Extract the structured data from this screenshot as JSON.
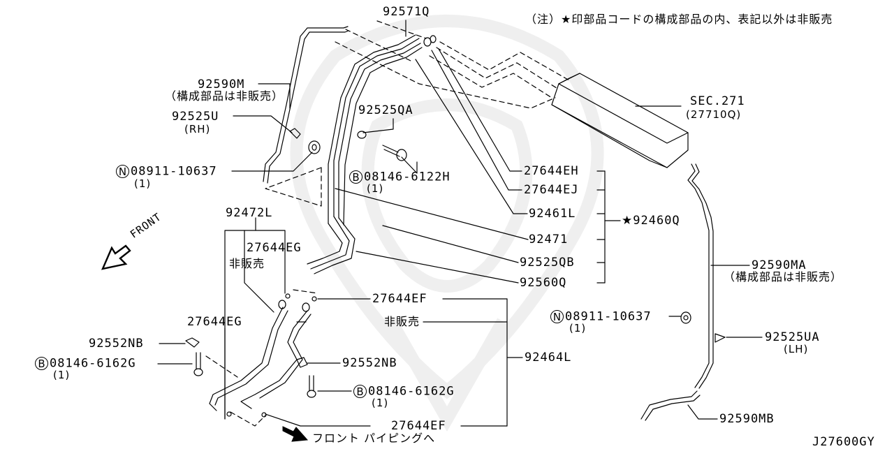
{
  "diagram": {
    "note": "（注）★印部品コードの構成部品の内、表記以外は非販売",
    "code": "J27600GY",
    "front_label": "FRONT",
    "front_piping": "フロント パイピングへ"
  },
  "callouts": {
    "p92571Q": "92571Q",
    "p92590M": "92590M",
    "p92590M_sub": "（構成部品は非販売）",
    "p92525U": "92525U",
    "p92525U_sub": "(RH)",
    "nut_left_prefix": "N",
    "nut_left": "08911-10637",
    "nut_left_qty": "(1)",
    "p92525QA": "92525QA",
    "bolt_h_prefix": "B",
    "bolt_h": "08146-6122H",
    "bolt_h_qty": "(1)",
    "sec271": "SEC.271",
    "sec271_sub": "(27710Q)",
    "p27644EH": "27644EH",
    "p27644EJ": "27644EJ",
    "p92461L": "92461L",
    "p92460Q_star": "★",
    "p92460Q": "92460Q",
    "p92471": "92471",
    "p92525QB": "92525QB",
    "p92560Q": "92560Q",
    "p92472L": "92472L",
    "p27644EG_a": "27644EG",
    "not_sold_a": "非販売",
    "p27644EG_b": "27644EG",
    "p92590MA": "92590MA",
    "p92590MA_sub": "（構成部品は非販売）",
    "nut_right_prefix": "N",
    "nut_right": "08911-10637",
    "nut_right_qty": "(1)",
    "p92525UA": "92525UA",
    "p92525UA_sub": "(LH)",
    "p27644EF_a": "27644EF",
    "not_sold_b": "非販売",
    "p92464L": "92464L",
    "p92552NB_a": "92552NB",
    "bolt_g_left_prefix": "B",
    "bolt_g_left": "08146-6162G",
    "bolt_g_left_qty": "(1)",
    "p92552NB_b": "92552NB",
    "bolt_g_right_prefix": "B",
    "bolt_g_right": "08146-6162G",
    "bolt_g_right_qty": "(1)",
    "p27644EF_b": "27644EF",
    "p92590MB": "92590MB"
  }
}
